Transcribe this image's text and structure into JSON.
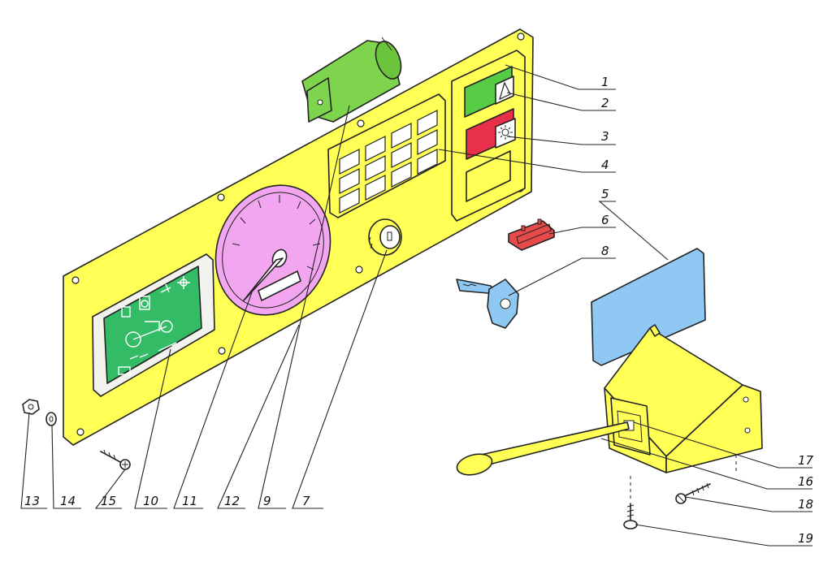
{
  "diagram": {
    "callouts": [
      "1",
      "2",
      "3",
      "4",
      "5",
      "6",
      "7",
      "8",
      "9",
      "10",
      "11",
      "12",
      "13",
      "14",
      "15",
      "16",
      "17",
      "18",
      "19"
    ]
  },
  "colors": {
    "panel": "#ffff55",
    "warning_block": "#7fd44e",
    "switch_green": "#55cc44",
    "switch_red": "#e8304a",
    "gauge": "#f2a6f0",
    "indicator_panel": "#33bb66",
    "key_and_plate": "#8fc8f2",
    "fuse": "#e64a4a",
    "outline": "#222222"
  }
}
